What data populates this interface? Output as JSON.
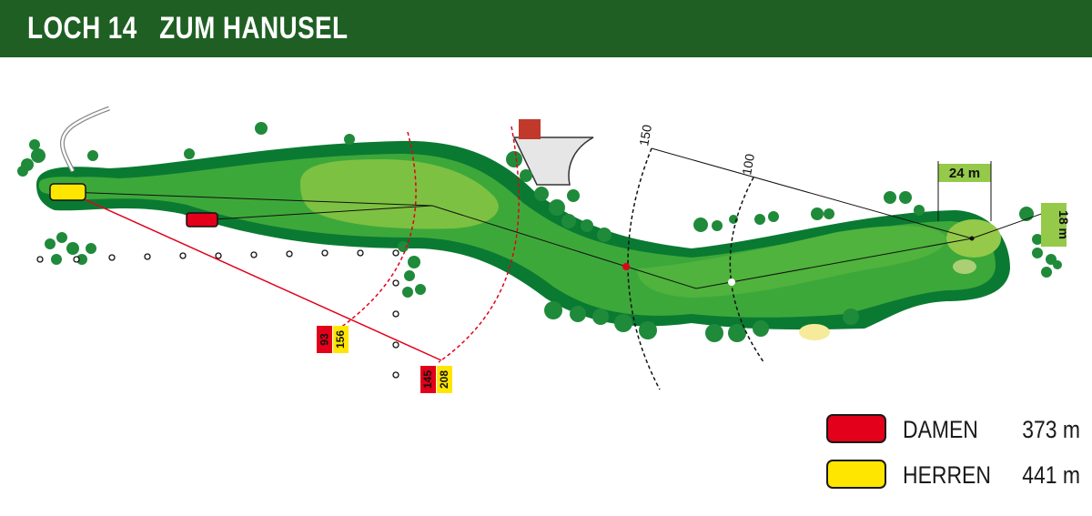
{
  "header": {
    "title": "LOCH 14   ZUM HANUSEL"
  },
  "legend": [
    {
      "label": "DAMEN",
      "distance": "373 m",
      "color": "#e2001a"
    },
    {
      "label": "HERREN",
      "distance": "441 m",
      "color": "#ffe600"
    }
  ],
  "markers": {
    "dist_150": "150",
    "dist_100": "100",
    "green_length": "24 m",
    "green_width": "18 m",
    "tag1_herren": "156",
    "tag1_damen": "93",
    "tag2_herren": "208",
    "tag2_damen": "145"
  },
  "colors": {
    "header": "#1f5f23",
    "rough": "#0a7a32",
    "fairway": "#3da83a",
    "fairway_light": "#7dc142",
    "green": "#95c94a",
    "tree": "#1f8a3a",
    "bunker": "#f5eb9b",
    "damen": "#e2001a",
    "herren": "#ffe600"
  }
}
